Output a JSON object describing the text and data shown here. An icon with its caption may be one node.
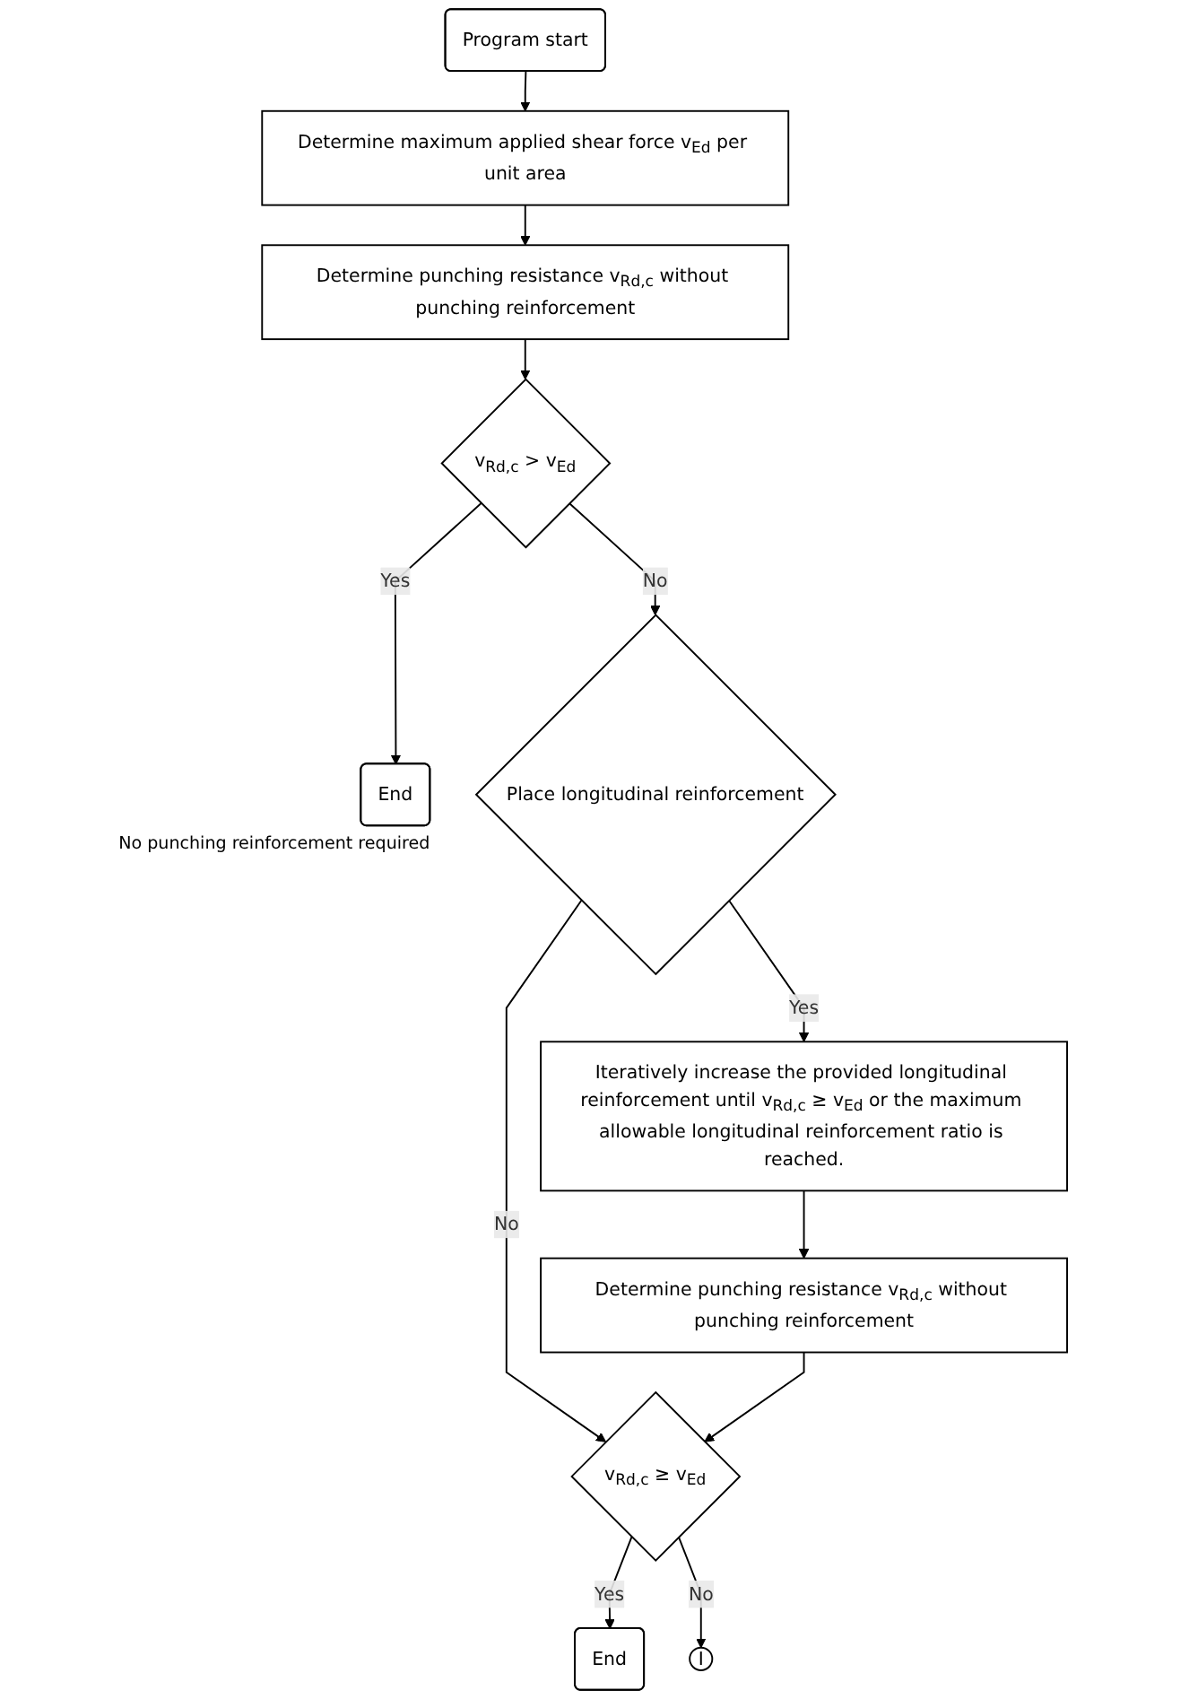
{
  "diagram": {
    "nodes": [
      {
        "text": [
          "Program start"
        ]
      },
      {
        "text": [
          "Determine maximum applied shear force v$_{Ed}$ per unit area"
        ]
      },
      {
        "text": [
          "Determine punching resistance v$_{Rd,c}$ without punching reinforcement"
        ]
      },
      {
        "text": [
          "v$_{Rd,c}$ > v$_{Ed}$"
        ]
      },
      {
        "text": [
          "End"
        ],
        "beside": [
          "No punching reinforcement required"
        ]
      },
      {
        "text": [
          "Place longitudinal reinforcement"
        ]
      },
      {
        "text": [
          "Iteratively increase the provided longitudinal reinforcement until v$_{Rd,c}$ ≥ v$_{Ed}$ or the maximum allowable longitudinal reinforcement ratio is reached."
        ]
      },
      {
        "text": [
          "Determine punching resistance v$_{Rd,c}$ without punching reinforcement"
        ]
      },
      {
        "text": [
          "v$_{Rd,c}$ ≥ v$_{Ed}$"
        ]
      },
      {
        "text": [
          "End"
        ]
      },
      {
        "text": [
          "I"
        ]
      }
    ],
    "edges": [
      {
        "from": 0,
        "to": 1,
        "arrow": "to"
      },
      {
        "from": 1,
        "to": 2,
        "arrow": "to"
      },
      {
        "from": 2,
        "to": 3,
        "arrow": "to"
      },
      {
        "from": 3,
        "to": 4,
        "label": "Yes",
        "arrow": "to"
      },
      {
        "from": 3,
        "to": 5,
        "label": "No",
        "arrow": "to"
      },
      {
        "from": 5,
        "to": 6,
        "label": "Yes",
        "arrow": "to"
      },
      {
        "from": 6,
        "to": 7,
        "arrow": "to"
      },
      {
        "from": 5,
        "to": 8,
        "label": "No",
        "arrow": "to"
      },
      {
        "from": 7,
        "to": 8,
        "arrow": "to"
      },
      {
        "from": 8,
        "to": 9,
        "label": "Yes",
        "arrow": "to"
      },
      {
        "from": 8,
        "to": 10,
        "label": "No",
        "arrow": "to"
      }
    ]
  }
}
